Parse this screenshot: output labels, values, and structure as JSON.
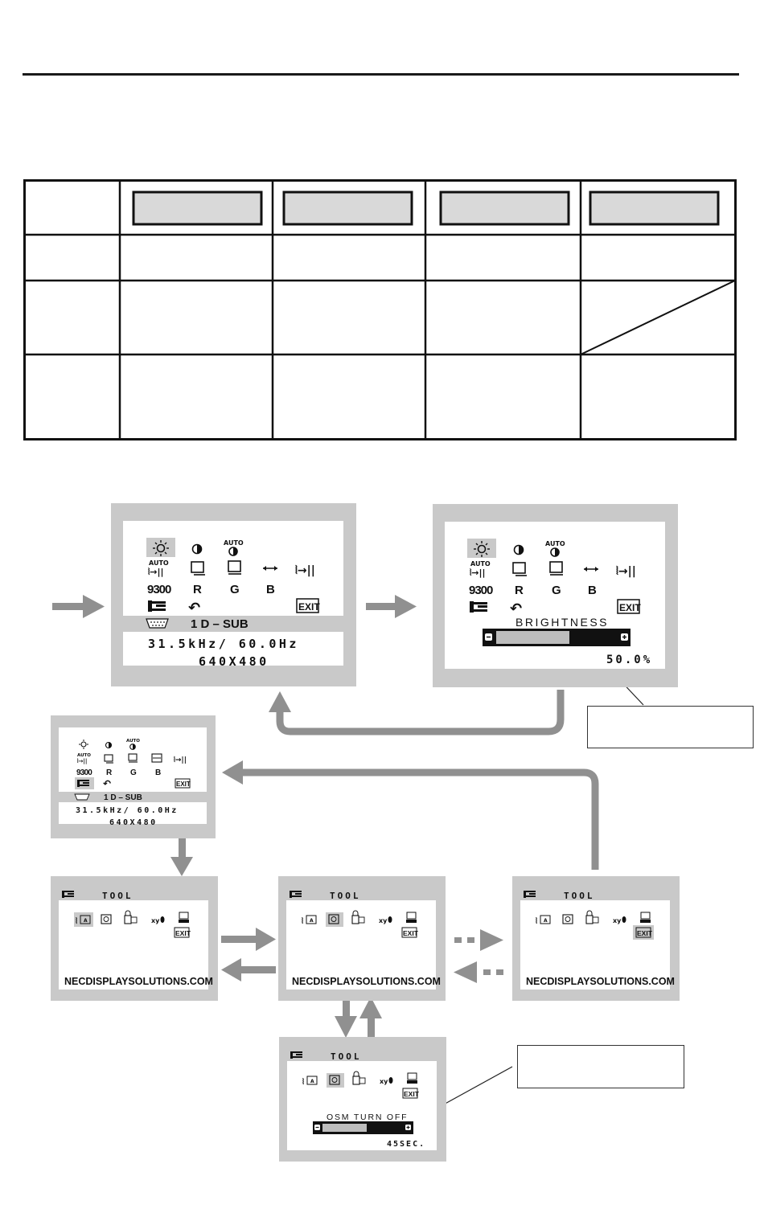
{
  "menu": {
    "icons": [
      "brightness-icon",
      "contrast-icon",
      "auto-contrast-icon",
      "auto-adjust-icon",
      "left-right-icon",
      "down-up-icon",
      "h-size-icon",
      "fine-icon",
      "color-9300-icon",
      "red-icon",
      "green-icon",
      "blue-icon",
      "tool-icon",
      "factory-preset-icon",
      "exit-icon"
    ],
    "auto_text": "AUTO",
    "preset_label": "9300",
    "r_label": "R",
    "g_label": "G",
    "b_label": "B",
    "exit_label": "EXIT",
    "input_label": "1  D – SUB",
    "freq_label": "31.5kHz/ 60.0Hz",
    "resolution_label": "640X480"
  },
  "brightness": {
    "label": "BRIGHTNESS",
    "value_text": "50.0%",
    "value": 0.5
  },
  "tool": {
    "title": "TOOL",
    "url": "NECDISPLAYSOLUTIONS.COM",
    "icons": [
      "language-icon",
      "osm-turn-off-icon",
      "osm-lock-icon",
      "resolution-notifier-icon",
      "display-info-icon",
      "exit-icon"
    ]
  },
  "osm_turn_off": {
    "label": "OSM TURN OFF",
    "value_text": "45SEC.",
    "value": 0.48
  }
}
